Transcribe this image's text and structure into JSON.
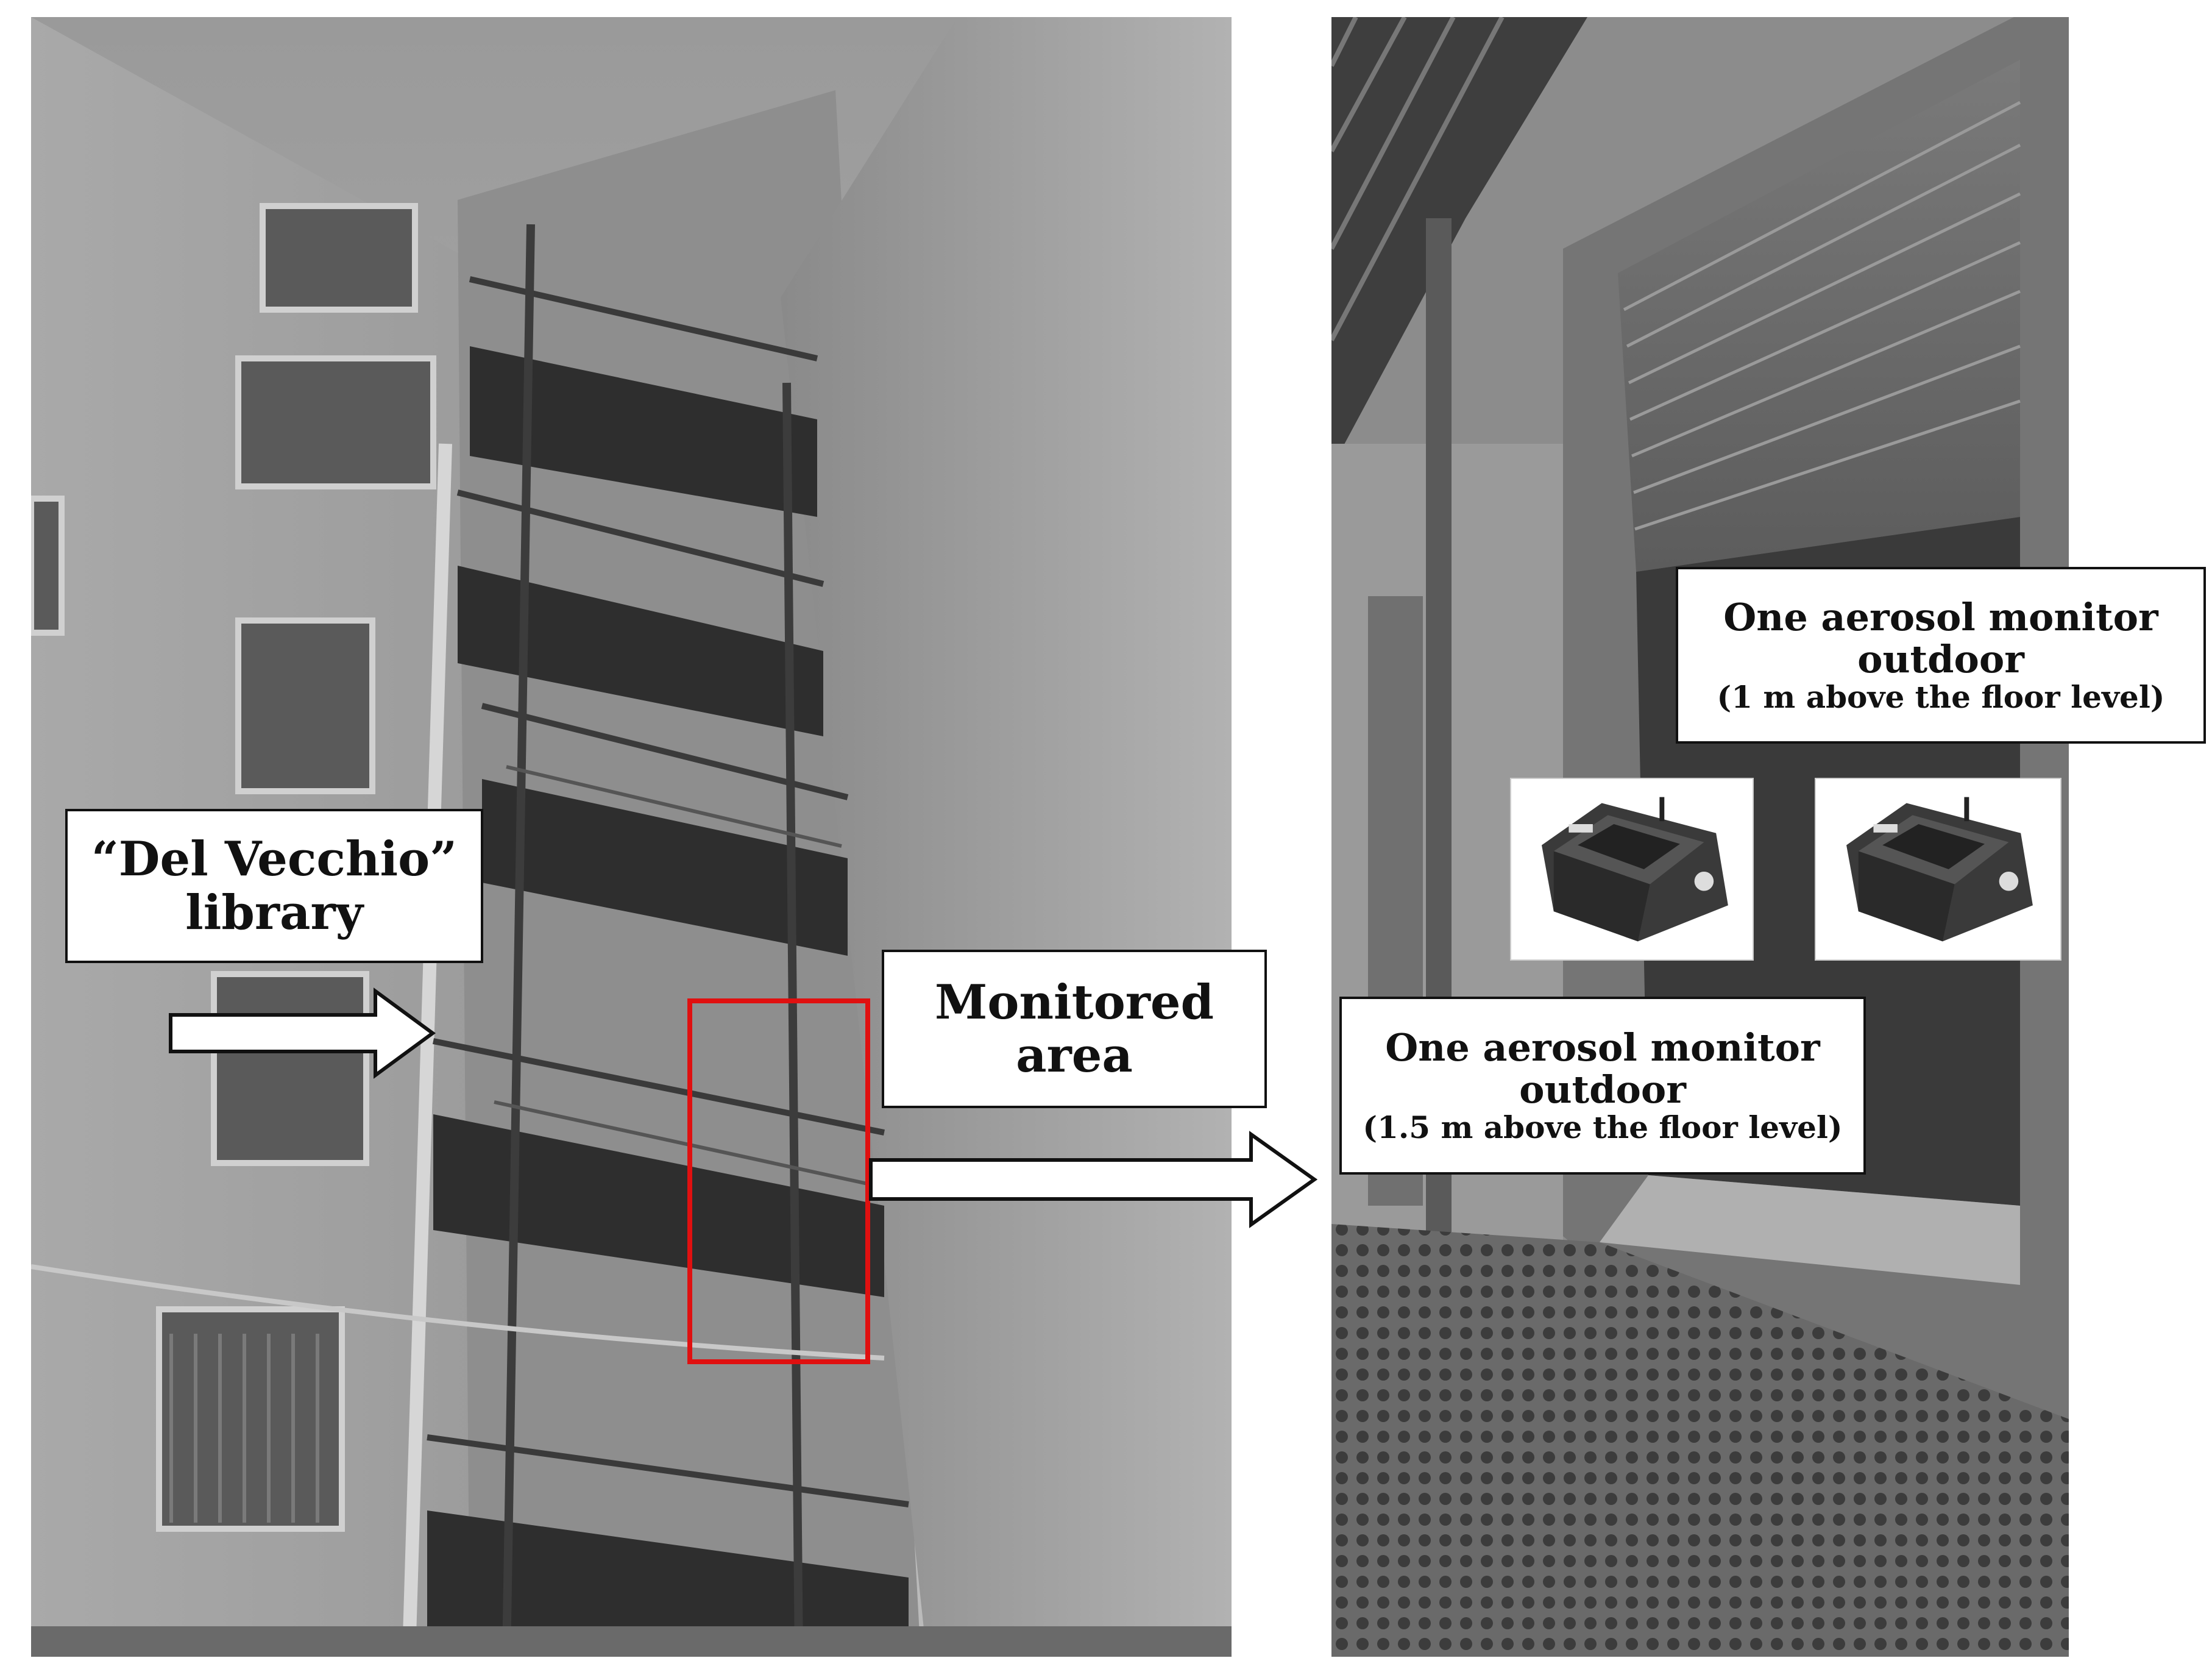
{
  "labels": {
    "library": {
      "line1": "“Del Vecchio”",
      "line2": "library"
    },
    "monitored": {
      "line1": "Monitored",
      "line2": "area"
    },
    "monitor_upper": {
      "line1": "One aerosol monitor",
      "line2": "outdoor",
      "line3": "(1 m above the floor level)"
    },
    "monitor_lower": {
      "line1": "One aerosol monitor",
      "line2": "outdoor",
      "line3": "(1.5 m above the floor level)"
    }
  },
  "colors": {
    "highlight": "#e01010",
    "box_border": "#111111",
    "box_fill": "#ffffff"
  },
  "icons": {
    "pointer": "right-arrow-icon",
    "device": "aerosol-monitor-icon"
  }
}
